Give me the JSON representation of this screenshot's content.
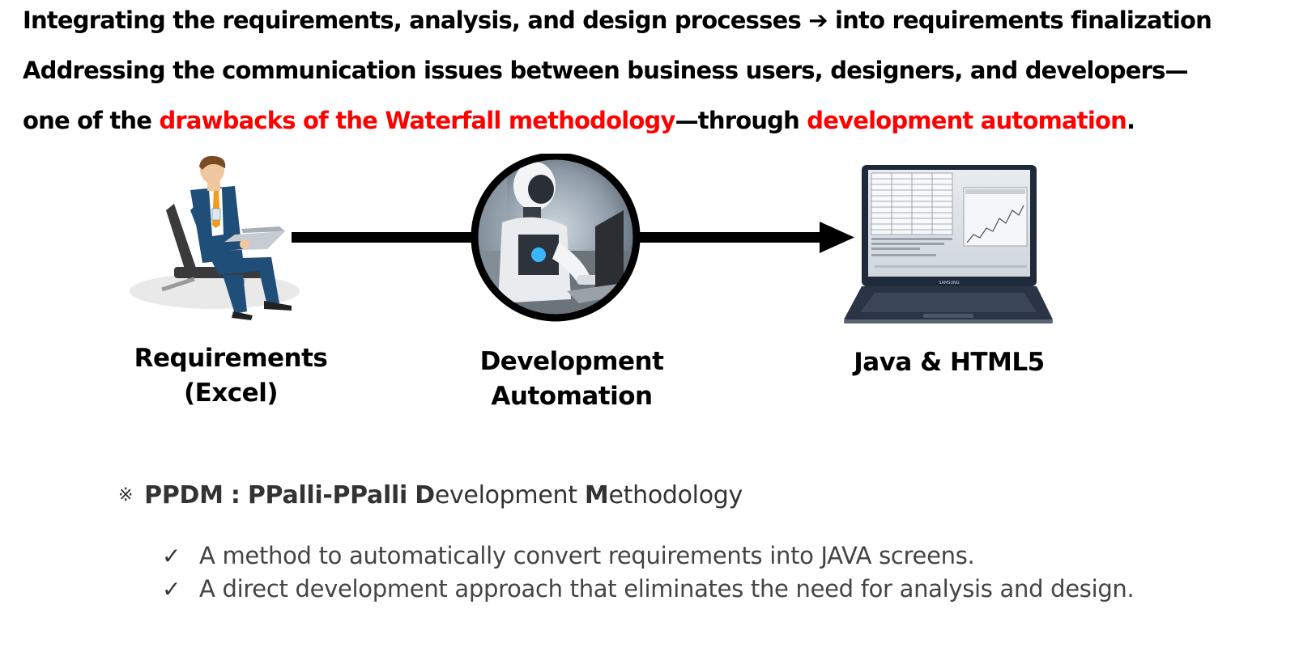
{
  "headline": {
    "line1": "Integrating the requirements, analysis, and design processes ➔ into requirements finalization",
    "line2": "Addressing the communication issues between business users, designers, and developers—",
    "line3": {
      "prefix": "one of the ",
      "highlight1": "drawbacks of the Waterfall methodology",
      "middle": "—through ",
      "highlight2": "development automation",
      "suffix": "."
    }
  },
  "flow": {
    "nodes": [
      {
        "label_line1": "Requirements",
        "label_line2": "(Excel)",
        "icon": "businessman-laptop-icon"
      },
      {
        "label_line1": "Development",
        "label_line2": "Automation",
        "icon": "robot-laptop-icon"
      },
      {
        "label_line1": "Java & HTML5",
        "label_line2": "",
        "icon": "laptop-screen-icon"
      }
    ],
    "laptop_brand": "SAMSUNG"
  },
  "note": {
    "symbol": "※",
    "acronym": "PPDM",
    "separator": ":",
    "name_part1": "PPalli-PPalli",
    "d_initial": "D",
    "d_rest": "evelopment",
    "m_initial": "M",
    "m_rest": "ethodology"
  },
  "checklist": [
    "A method to automatically convert requirements into JAVA screens.",
    "A direct development approach that eliminates the need for analysis and design."
  ],
  "colors": {
    "highlight": "#ff0000",
    "arrow": "#000000",
    "suit": "#1f4e79"
  }
}
